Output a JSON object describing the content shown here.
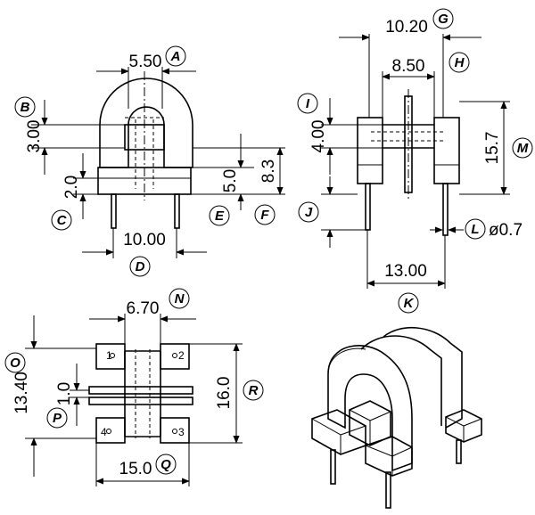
{
  "dimensions": [
    {
      "letter": "A",
      "value": "5.50"
    },
    {
      "letter": "B",
      "value": "3.00"
    },
    {
      "letter": "C",
      "value": "2.0"
    },
    {
      "letter": "D",
      "value": "10.00"
    },
    {
      "letter": "E",
      "value": "5.0"
    },
    {
      "letter": "F",
      "value": "8.3"
    },
    {
      "letter": "G",
      "value": "10.20"
    },
    {
      "letter": "H",
      "value": "8.50"
    },
    {
      "letter": "I",
      "value": "4.00"
    },
    {
      "letter": "J",
      "value": ""
    },
    {
      "letter": "K",
      "value": "13.00"
    },
    {
      "letter": "L",
      "value": "ø0.7"
    },
    {
      "letter": "M",
      "value": "15.7"
    },
    {
      "letter": "N",
      "value": "6.70"
    },
    {
      "letter": "O",
      "value": "13.40"
    },
    {
      "letter": "P",
      "value": "1.0"
    },
    {
      "letter": "Q",
      "value": "15.0"
    },
    {
      "letter": "R",
      "value": "16.0"
    }
  ],
  "pins": [
    "1",
    "2",
    "3",
    "4"
  ]
}
